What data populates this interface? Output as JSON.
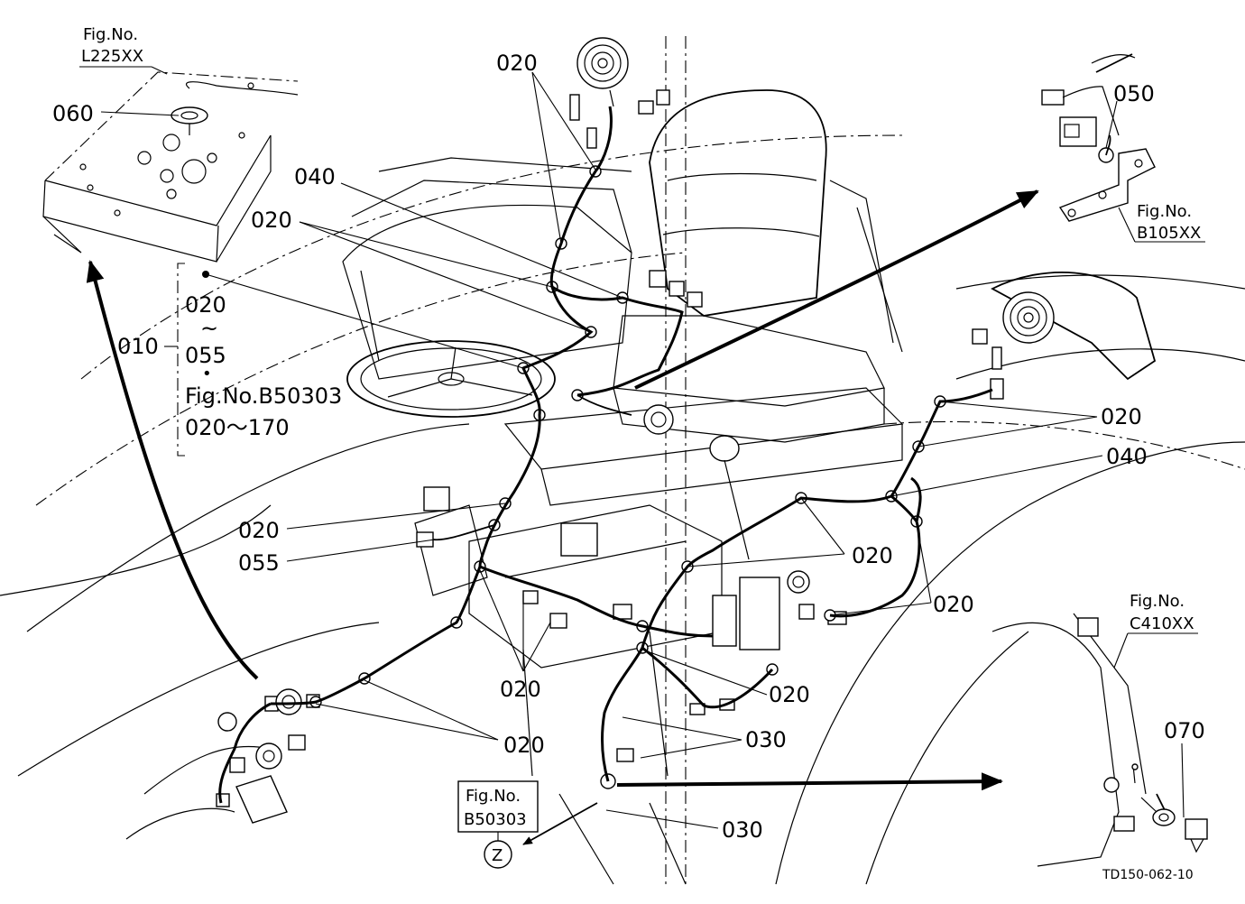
{
  "refs": {
    "fig_l225": {
      "line1": "Fig.No.",
      "line2": "L225XX"
    },
    "fig_b105": {
      "line1": "Fig.No.",
      "line2": "B105XX"
    },
    "fig_c410": {
      "line1": "Fig.No.",
      "line2": "C410XX"
    },
    "fig_b50303_box": {
      "line1": "Fig.No.",
      "line2": "B50303"
    },
    "view_z": "Z"
  },
  "group": {
    "code": "010",
    "range_from": "020",
    "tilde": "~",
    "range_to": "055",
    "bullet": "•",
    "fig_ref": "Fig.No.B50303",
    "fig_range": "020～170"
  },
  "callouts": {
    "c060": "060",
    "c020_top": "020",
    "c040_top": "040",
    "c020_left": "020",
    "c050": "050",
    "c020_right": "020",
    "c040_right": "040",
    "c020_mid1": "020",
    "c055": "055",
    "c020_mid2": "020",
    "c020_mid3": "020",
    "c020_bot1": "020",
    "c020_bot2": "020",
    "c020_bot3": "020",
    "c030_a": "030",
    "c030_b": "030",
    "c070": "070"
  },
  "drawing_id": "TD150-062-10"
}
